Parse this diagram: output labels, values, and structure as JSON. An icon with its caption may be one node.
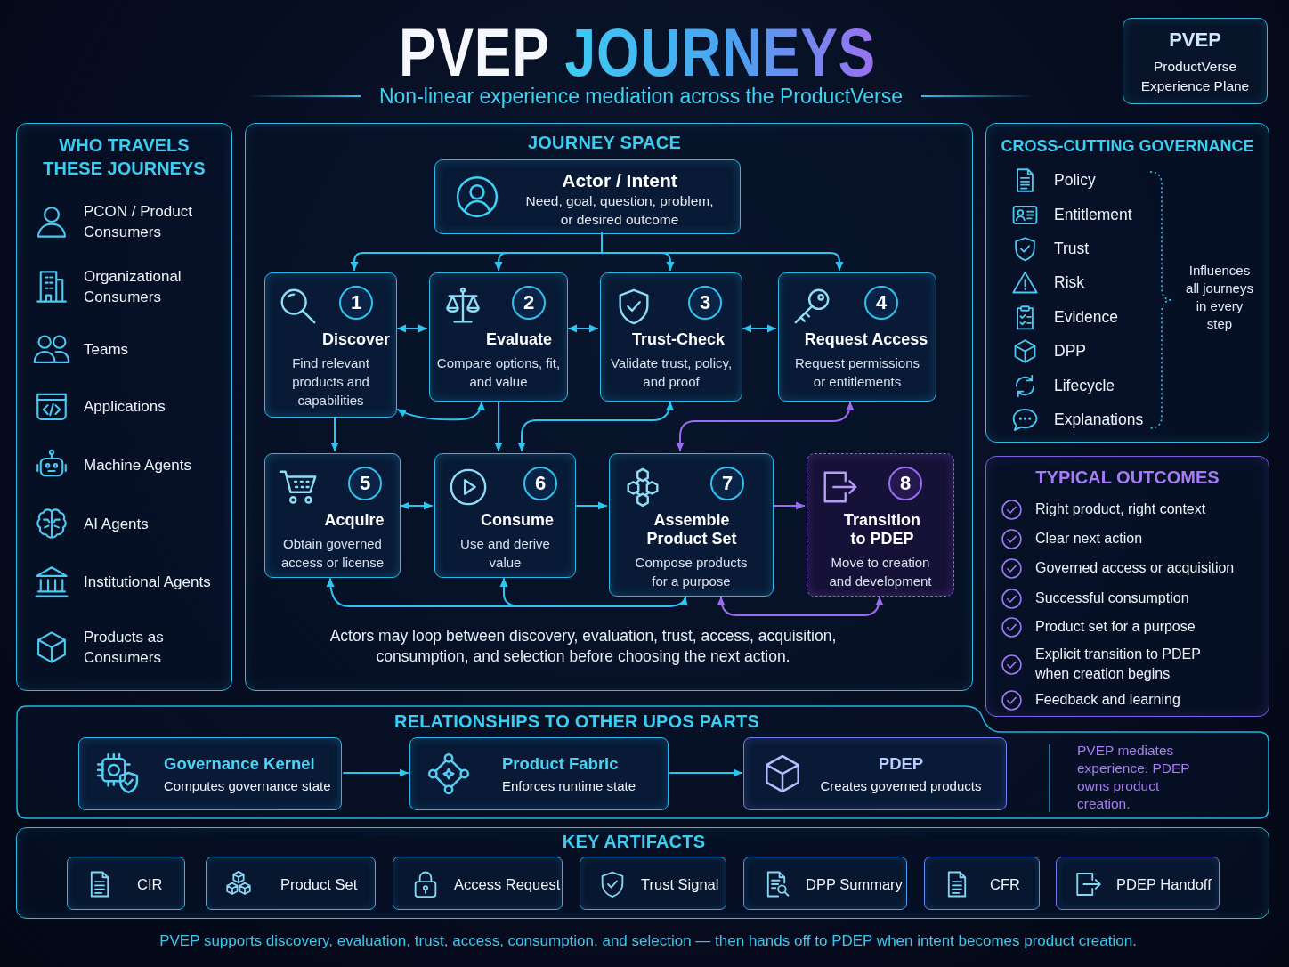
{
  "diagram": {
    "title": "PVEP JOURNEYS",
    "caption": "PVEP supports discovery, evaluation, trust, access, consumption, and selection — then hands off to PDEP when intent becomes product creation.",
    "nodes": [
      {
        "text": [
          "PVEP",
          "ProductVerse Experience Plane"
        ]
      },
      {
        "text": [
          "WHO TRAVELS THESE JOURNEYS",
          "PCON / Product Consumers",
          "Organizational Consumers",
          "Teams",
          "Applications",
          "Machine Agents",
          "AI Agents",
          "Institutional Agents",
          "Products as Consumers"
        ]
      },
      {
        "text": [
          "JOURNEY SPACE"
        ]
      },
      {
        "text": [
          "Actor / Intent",
          "Need, goal, question, problem, or desired outcome"
        ],
        "in": 2
      },
      {
        "text": [
          "1",
          "Discover",
          "Find relevant products and capabilities"
        ],
        "in": 2
      },
      {
        "text": [
          "2",
          "Evaluate",
          "Compare options, fit, and value"
        ],
        "in": 2
      },
      {
        "text": [
          "3",
          "Trust-Check",
          "Validate trust, policy, and proof"
        ],
        "in": 2
      },
      {
        "text": [
          "4",
          "Request Access",
          "Request permissions or entitlements"
        ],
        "in": 2
      },
      {
        "text": [
          "5",
          "Acquire",
          "Obtain governed access or license"
        ],
        "in": 2
      },
      {
        "text": [
          "6",
          "Consume",
          "Use and derive value"
        ],
        "in": 2
      },
      {
        "text": [
          "7",
          "Assemble Product Set",
          "Compose products for a purpose"
        ],
        "in": 2
      },
      {
        "text": [
          "8",
          "Transition to PDEP",
          "Move to creation and development"
        ],
        "in": 2
      },
      {
        "text": [
          "CROSS-CUTTING GOVERNANCE",
          "Policy",
          "Entitlement",
          "Trust",
          "Risk",
          "Evidence",
          "DPP",
          "Lifecycle",
          "Explanations",
          "Influences all journeys in every step"
        ]
      },
      {
        "text": [
          "TYPICAL OUTCOMES",
          "Right product, right context",
          "Clear next action",
          "Governed access or acquisition",
          "Successful consumption",
          "Product set for a purpose",
          "Explicit transition to PDEP when creation begins",
          "Feedback and learning"
        ]
      },
      {
        "text": [
          "RELATIONSHIPS TO OTHER UPOS PARTS"
        ]
      },
      {
        "text": [
          "Governance Kernel",
          "Computes governance state"
        ],
        "in": 14
      },
      {
        "text": [
          "Product Fabric",
          "Enforces runtime state"
        ],
        "in": 14
      },
      {
        "text": [
          "PDEP",
          "Creates governed products"
        ],
        "in": 14
      },
      {
        "text": [
          "KEY ARTIFACTS"
        ]
      },
      {
        "text": [
          "CIR"
        ],
        "in": 18
      },
      {
        "text": [
          "Product Set"
        ],
        "in": 18
      },
      {
        "text": [
          "Access Request"
        ],
        "in": 18
      },
      {
        "text": [
          "Trust Signal"
        ],
        "in": 18
      },
      {
        "text": [
          "DPP Summary"
        ],
        "in": 18
      },
      {
        "text": [
          "CFR"
        ],
        "in": 18
      },
      {
        "text": [
          "PDEP Handoff"
        ],
        "in": 18
      }
    ],
    "edges": [
      {
        "from": 3,
        "to": 4,
        "arrow": "to"
      },
      {
        "from": 3,
        "to": 5,
        "arrow": "to"
      },
      {
        "from": 3,
        "to": 6,
        "arrow": "to"
      },
      {
        "from": 3,
        "to": 7,
        "arrow": "to"
      },
      {
        "from": 4,
        "to": 5,
        "arrow": "both"
      },
      {
        "from": 5,
        "to": 6,
        "arrow": "both"
      },
      {
        "from": 6,
        "to": 7,
        "arrow": "both"
      },
      {
        "from": 4,
        "to": 5,
        "arrow": "both"
      },
      {
        "from": 5,
        "to": 9,
        "arrow": "to"
      },
      {
        "from": 6,
        "to": 9,
        "arrow": "both"
      },
      {
        "from": 7,
        "to": 10,
        "arrow": "both",
        "color": "#9a6cf2"
      },
      {
        "from": 4,
        "to": 8,
        "arrow": "to"
      },
      {
        "from": 8,
        "to": 9,
        "arrow": "both"
      },
      {
        "from": 9,
        "to": 10,
        "arrow": "to"
      },
      {
        "from": 10,
        "to": 11,
        "arrow": "to",
        "color": "#9a6cf2"
      },
      {
        "from": 8,
        "to": 10,
        "arrow": "both"
      },
      {
        "from": 10,
        "to": 9,
        "arrow": "to"
      },
      {
        "from": 10,
        "to": 11,
        "arrow": "both",
        "color": "#9a6cf2"
      },
      {
        "from": 15,
        "to": 16,
        "arrow": "to"
      },
      {
        "from": 16,
        "to": 17,
        "arrow": "to"
      }
    ],
    "labels": [
      "Non-linear experience mediation across the ProductVerse",
      "Actors may loop between discovery, evaluation, trust, access, acquisition, consumption, and selection before choosing the next action.",
      "PVEP mediates experience. PDEP owns product creation."
    ]
  }
}
